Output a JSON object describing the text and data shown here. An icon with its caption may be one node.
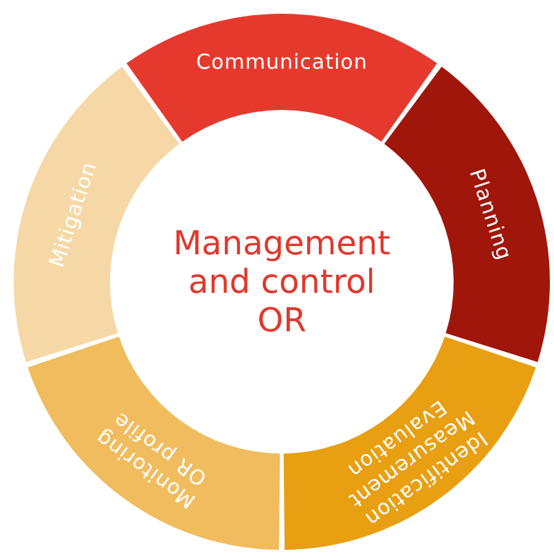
{
  "diagram": {
    "nodes": [
      {
        "text": [
          "Management and control OR"
        ]
      },
      {
        "text": [
          "Communication"
        ]
      },
      {
        "text": [
          "Planning"
        ]
      },
      {
        "text": [
          "Identification Measurement Evaluation"
        ]
      },
      {
        "text": [
          "Monitoring OR profile"
        ]
      },
      {
        "text": [
          "Mitigation"
        ]
      }
    ]
  }
}
